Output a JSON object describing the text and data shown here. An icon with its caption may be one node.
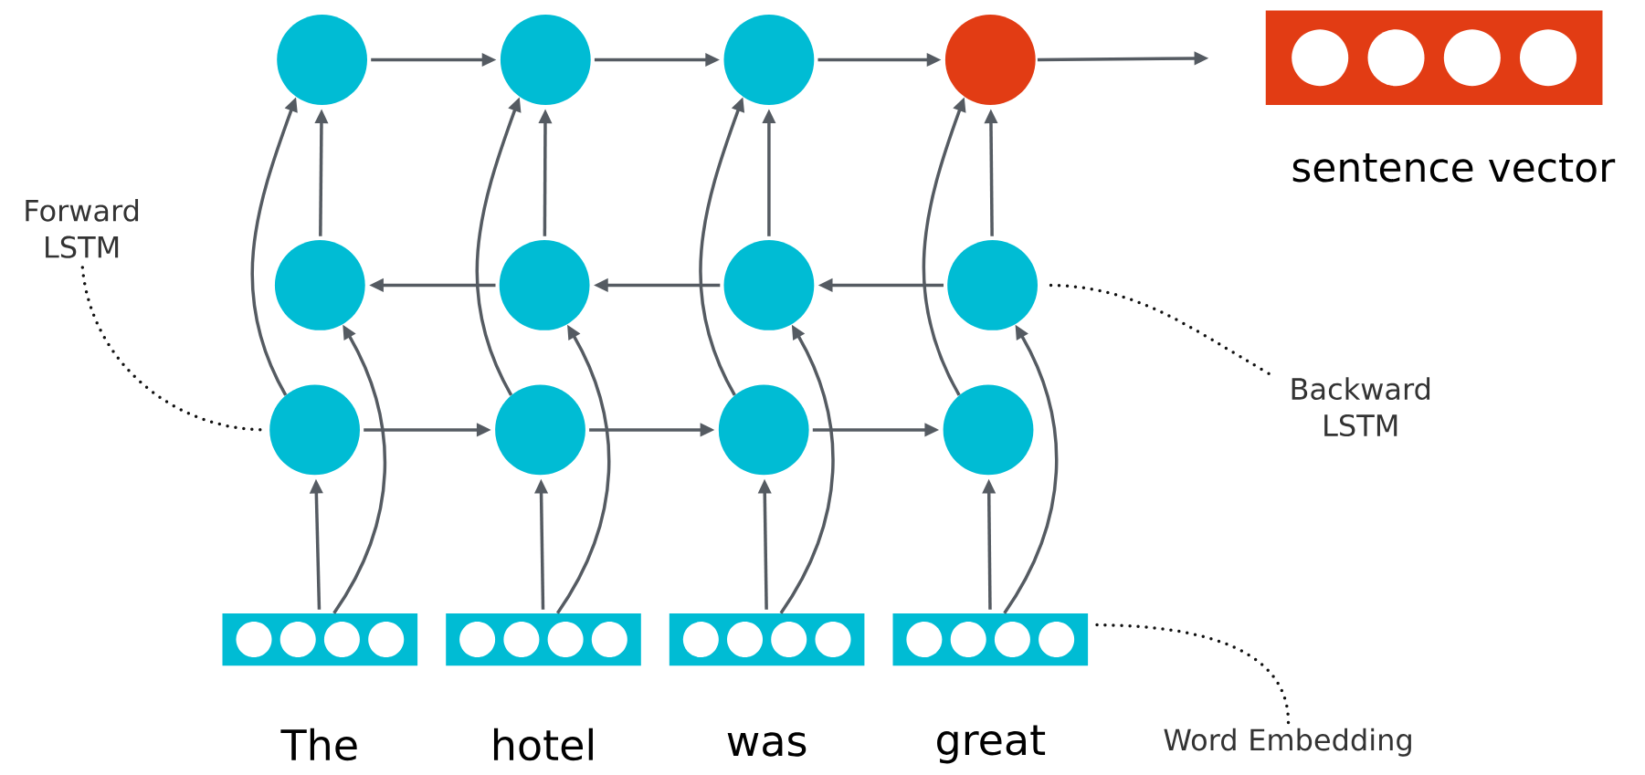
{
  "diagram": {
    "nodes": [
      {
        "text": [],
        "shape": "circle"
      },
      {
        "text": [],
        "shape": "circle"
      },
      {
        "text": [],
        "shape": "circle"
      },
      {
        "text": [],
        "shape": "circle"
      },
      {
        "text": [
          "sentence vector"
        ]
      },
      {
        "text": [],
        "shape": "circle"
      },
      {
        "text": [],
        "shape": "circle"
      },
      {
        "text": [],
        "shape": "circle"
      },
      {
        "text": [],
        "shape": "circle"
      },
      {
        "text": [],
        "shape": "circle"
      },
      {
        "text": [],
        "shape": "circle"
      },
      {
        "text": [],
        "shape": "circle"
      },
      {
        "text": [],
        "shape": "circle"
      },
      {
        "text": [
          "The"
        ]
      },
      {
        "text": [
          "hotel"
        ]
      },
      {
        "text": [
          "was"
        ]
      },
      {
        "text": [
          "great"
        ]
      },
      {
        "text": [
          "Forward LSTM"
        ]
      },
      {
        "text": [
          "Backward LSTM"
        ]
      },
      {
        "text": [
          "Word Embedding"
        ]
      }
    ],
    "edges": [
      {
        "from": 0,
        "to": 1,
        "arrow": "to"
      },
      {
        "from": 1,
        "to": 2,
        "arrow": "to"
      },
      {
        "from": 2,
        "to": 3,
        "arrow": "to"
      },
      {
        "from": 3,
        "to": 4,
        "arrow": "to"
      },
      {
        "from": 8,
        "to": 7,
        "arrow": "to"
      },
      {
        "from": 7,
        "to": 6,
        "arrow": "to"
      },
      {
        "from": 6,
        "to": 5,
        "arrow": "to"
      },
      {
        "from": 9,
        "to": 10,
        "arrow": "to"
      },
      {
        "from": 10,
        "to": 11,
        "arrow": "to"
      },
      {
        "from": 11,
        "to": 12,
        "arrow": "to"
      },
      {
        "from": 13,
        "to": 9,
        "arrow": "to"
      },
      {
        "from": 14,
        "to": 10,
        "arrow": "to"
      },
      {
        "from": 15,
        "to": 11,
        "arrow": "to"
      },
      {
        "from": 16,
        "to": 12,
        "arrow": "to"
      },
      {
        "from": 13,
        "to": 5,
        "arrow": "to"
      },
      {
        "from": 14,
        "to": 6,
        "arrow": "to"
      },
      {
        "from": 15,
        "to": 7,
        "arrow": "to"
      },
      {
        "from": 16,
        "to": 8,
        "arrow": "to"
      },
      {
        "from": 5,
        "to": 0,
        "arrow": "to"
      },
      {
        "from": 6,
        "to": 1,
        "arrow": "to"
      },
      {
        "from": 7,
        "to": 2,
        "arrow": "to"
      },
      {
        "from": 8,
        "to": 3,
        "arrow": "to"
      },
      {
        "from": 9,
        "to": 0,
        "arrow": "to"
      },
      {
        "from": 10,
        "to": 1,
        "arrow": "to"
      },
      {
        "from": 11,
        "to": 2,
        "arrow": "to"
      },
      {
        "from": 12,
        "to": 3,
        "arrow": "to"
      },
      {
        "from": 17,
        "to": 9,
        "arrow": "none",
        "style": "dashed",
        "color": "#111111"
      },
      {
        "from": 18,
        "to": 8,
        "arrow": "none",
        "style": "dashed",
        "color": "#111111"
      },
      {
        "from": 19,
        "to": 16,
        "arrow": "none",
        "style": "dashed",
        "color": "#111111"
      }
    ]
  }
}
